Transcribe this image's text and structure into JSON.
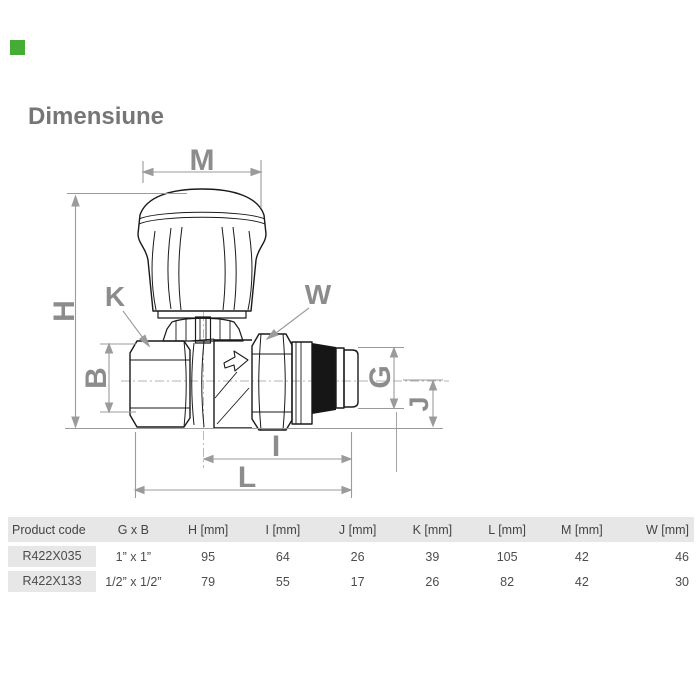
{
  "page": {
    "title": "Dimensiune",
    "accent_square_color": "#44ad33",
    "background": "#ffffff"
  },
  "diagram": {
    "description": "straight-radiator-valve-technical-drawing",
    "labels": {
      "M": "M",
      "H": "H",
      "K": "K",
      "W": "W",
      "B": "B",
      "G": "G",
      "J": "J",
      "I": "I",
      "L": "L"
    },
    "colors": {
      "outline": "#1a1a1a",
      "dimension_lines": "#9b9b9b",
      "dimension_labels": "#8c8c8c",
      "seal_band": "#161616",
      "centerline": "#b3b3b3"
    }
  },
  "table": {
    "header_background": "#e7e7e7",
    "row_label_background": "#e7e7e7",
    "headers": [
      "Product code",
      "G x B",
      "H [mm]",
      "I [mm]",
      "J [mm]",
      "K [mm]",
      "L [mm]",
      "M [mm]",
      "W [mm]"
    ],
    "rows": [
      [
        "R422X035",
        "1” x 1”",
        "95",
        "64",
        "26",
        "39",
        "105",
        "42",
        "46"
      ],
      [
        "R422X133",
        "1/2” x 1/2”",
        "79",
        "55",
        "17",
        "26",
        "82",
        "42",
        "30"
      ]
    ]
  }
}
